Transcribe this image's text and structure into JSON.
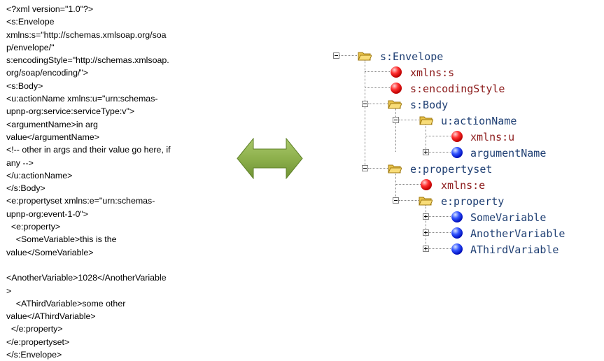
{
  "xml_lines": [
    "<?xml version=\"1.0\"?>",
    "<s:Envelope",
    "xmlns:s=\"http://schemas.xmlsoap.org/soa",
    "p/envelope/\"",
    "s:encodingStyle=\"http://schemas.xmlsoap.",
    "org/soap/encoding/\">",
    "<s:Body>",
    "<u:actionName xmlns:u=\"urn:schemas-",
    "upnp-org:service:serviceType:v\">",
    "<argumentName>in arg",
    "value</argumentName>",
    "<!-- other in args and their value go here, if",
    "any -->",
    "</u:actionName>",
    "</s:Body>",
    "<e:propertyset xmlns:e=\"urn:schemas-",
    "upnp-org:event-1-0\">",
    "  <e:property>",
    "    <SomeVariable>this is the",
    "value</SomeVariable>",
    "",
    "<AnotherVariable>1028</AnotherVariable",
    ">",
    "    <AThirdVariable>some other",
    "value</AThirdVariable>",
    "  </e:property>",
    "</e:propertyset>",
    "</s:Envelope>"
  ],
  "tree_nodes": [
    {
      "label": "s:Envelope",
      "kind": "folder",
      "toggle": "minus"
    },
    {
      "label": "xmlns:s",
      "kind": "attr",
      "toggle": null
    },
    {
      "label": "s:encodingStyle",
      "kind": "attr",
      "toggle": null
    },
    {
      "label": "s:Body",
      "kind": "folder",
      "toggle": "minus"
    },
    {
      "label": "u:actionName",
      "kind": "folder",
      "toggle": "minus"
    },
    {
      "label": "xmlns:u",
      "kind": "attr",
      "toggle": null
    },
    {
      "label": "argumentName",
      "kind": "leaf",
      "toggle": "plus"
    },
    {
      "label": "e:propertyset",
      "kind": "folder",
      "toggle": "minus"
    },
    {
      "label": "xmlns:e",
      "kind": "attr",
      "toggle": null
    },
    {
      "label": "e:property",
      "kind": "folder",
      "toggle": "minus"
    },
    {
      "label": "SomeVariable",
      "kind": "leaf",
      "toggle": "plus"
    },
    {
      "label": "AnotherVariable",
      "kind": "leaf",
      "toggle": "plus"
    },
    {
      "label": "AThirdVariable",
      "kind": "leaf",
      "toggle": "plus"
    }
  ],
  "colors": {
    "arrow_fill": "#8db04c",
    "element_label": "#1f3f73",
    "attribute_label": "#8b1a1a",
    "folder_fill": "#f4d46a",
    "attribute_bullet": "#e01010",
    "element_bullet": "#1030e0"
  }
}
